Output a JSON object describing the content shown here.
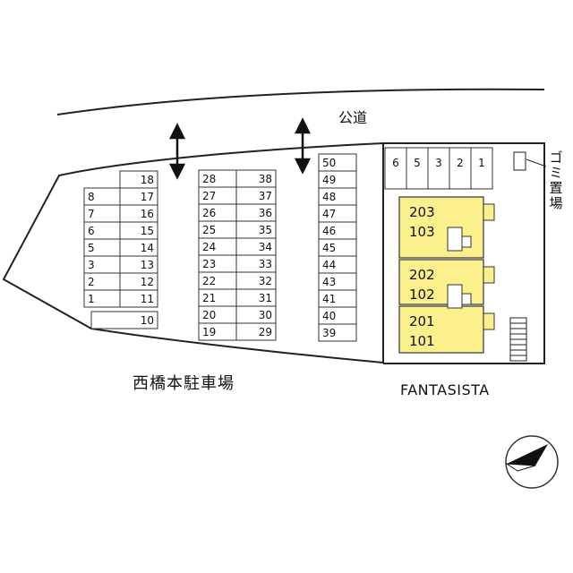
{
  "road_label": "公道",
  "parking_lot_name": "西橋本駐車場",
  "building_name": "FANTASISTA",
  "garbage_label": "ゴミ置場",
  "colors": {
    "unit_fill": "#fbf08c",
    "line": "#222222",
    "background": "#ffffff"
  },
  "icons": [
    "double-arrow-icon",
    "compass-north-icon",
    "stairs-icon"
  ],
  "parking": {
    "left_outer_column": [
      "8",
      "7",
      "6",
      "5",
      "3",
      "2",
      "1"
    ],
    "left_inner_column": [
      "18",
      "17",
      "16",
      "15",
      "14",
      "13",
      "12",
      "11",
      "10"
    ],
    "middle_left_column": [
      "28",
      "27",
      "26",
      "25",
      "24",
      "23",
      "22",
      "21",
      "20",
      "19"
    ],
    "middle_right_column": [
      "38",
      "37",
      "36",
      "35",
      "34",
      "33",
      "32",
      "31",
      "30",
      "29"
    ],
    "right_column": [
      "50",
      "49",
      "48",
      "47",
      "46",
      "45",
      "44",
      "43",
      "41",
      "40",
      "39"
    ],
    "building_row": [
      "6",
      "5",
      "3",
      "2",
      "1"
    ]
  },
  "units": [
    {
      "upper": "203",
      "lower": "103"
    },
    {
      "upper": "202",
      "lower": "102"
    },
    {
      "upper": "201",
      "lower": "101"
    }
  ]
}
